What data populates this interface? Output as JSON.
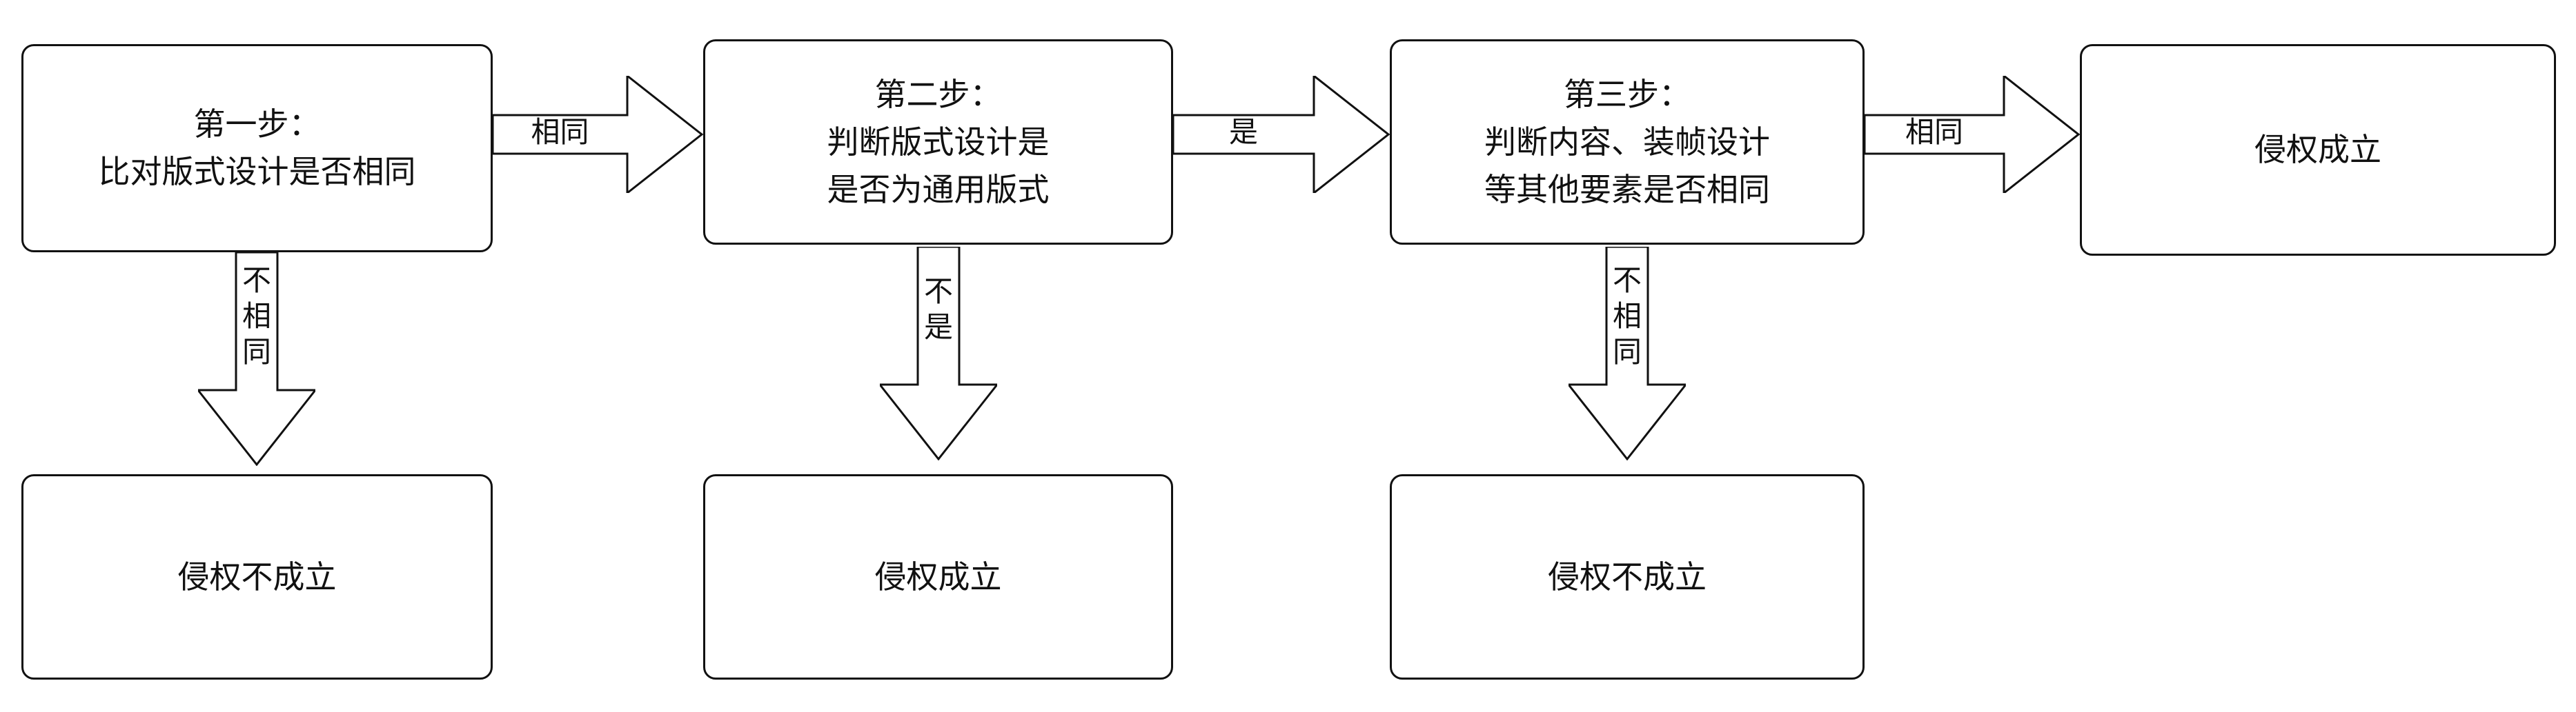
{
  "flowchart": {
    "nodes": {
      "step1": {
        "line1": "第一步：",
        "line2": "比对版式设计是否相同"
      },
      "step2": {
        "line1": "第二步：",
        "line2": "判断版式设计是",
        "line3": "是否为通用版式"
      },
      "step3": {
        "line1": "第三步：",
        "line2": "判断内容、装帧设计",
        "line3": "等其他要素是否相同"
      },
      "outcome_right": {
        "line1": "侵权成立"
      },
      "outcome1": {
        "line1": "侵权不成立"
      },
      "outcome2": {
        "line1": "侵权成立"
      },
      "outcome3": {
        "line1": "侵权不成立"
      }
    },
    "edge_labels": {
      "step1_to_step2": "相同",
      "step2_to_step3": "是",
      "step3_to_outcome": "相同",
      "step1_down": "不相同",
      "step2_down": "不是",
      "step3_down": "不相同"
    },
    "colors": {
      "stroke": "#111111",
      "fill": "#ffffff"
    }
  }
}
